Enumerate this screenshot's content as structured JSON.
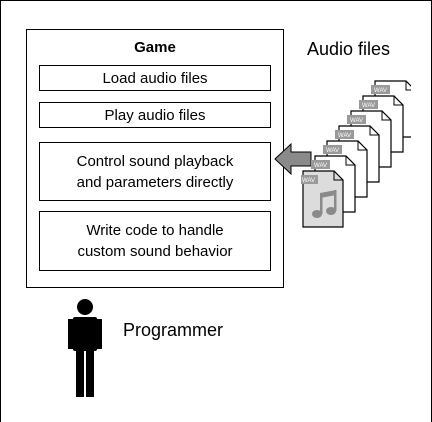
{
  "game": {
    "title": "Game",
    "tasks": [
      {
        "lines": [
          "Load audio files"
        ]
      },
      {
        "lines": [
          "Play audio files"
        ]
      },
      {
        "lines": [
          "Control sound playback",
          "and parameters directly"
        ]
      },
      {
        "lines": [
          "Write code to handle",
          "custom sound behavior"
        ]
      }
    ]
  },
  "audio": {
    "title": "Audio files",
    "file_tag": "WAV",
    "file_icon": "music-note-icon",
    "file_count": 7
  },
  "programmer": {
    "label": "Programmer",
    "icon": "person-icon"
  },
  "colors": {
    "arrow_fill": "#8a8a8a",
    "file_tag": "#9a9a9a",
    "file_front": "#dcdcdc",
    "note": "#8a8a8a"
  }
}
